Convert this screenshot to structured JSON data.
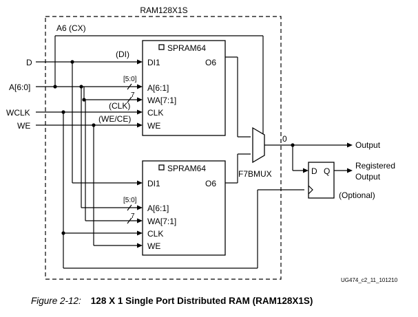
{
  "block": {
    "title": "RAM128X1S",
    "a6_label": "A6 (CX)"
  },
  "inputs": {
    "d": "D",
    "a": "A[6:0]",
    "wclk": "WCLK",
    "we": "WE"
  },
  "signals": {
    "di": "(DI)",
    "clk": "(CLK)",
    "wece": "(WE/CE)",
    "bus_50_top": "[5:0]",
    "bus_7_top": "7",
    "bus_50_bot": "[5:0]",
    "bus_7_bot": "7",
    "zero": "0"
  },
  "spram_top": {
    "title": "SPRAM64",
    "di": "DI1",
    "o6": "O6",
    "a": "A[6:1]",
    "wa": "WA[7:1]",
    "clk": "CLK",
    "we": "WE"
  },
  "spram_bottom": {
    "title": "SPRAM64",
    "di": "DI1",
    "o6": "O6",
    "a": "A[6:1]",
    "wa": "WA[7:1]",
    "clk": "CLK",
    "we": "WE"
  },
  "mux": {
    "label": "F7BMUX"
  },
  "dff": {
    "d": "D",
    "q": "Q",
    "optional": "(Optional)"
  },
  "outputs": {
    "output": "Output",
    "registered_1": "Registered",
    "registered_2": "Output"
  },
  "doc_id": "UG474_c2_11_101210",
  "caption": {
    "label": "Figure 2-12:",
    "title": "128 X 1 Single Port Distributed RAM (RAM128X1S)"
  }
}
